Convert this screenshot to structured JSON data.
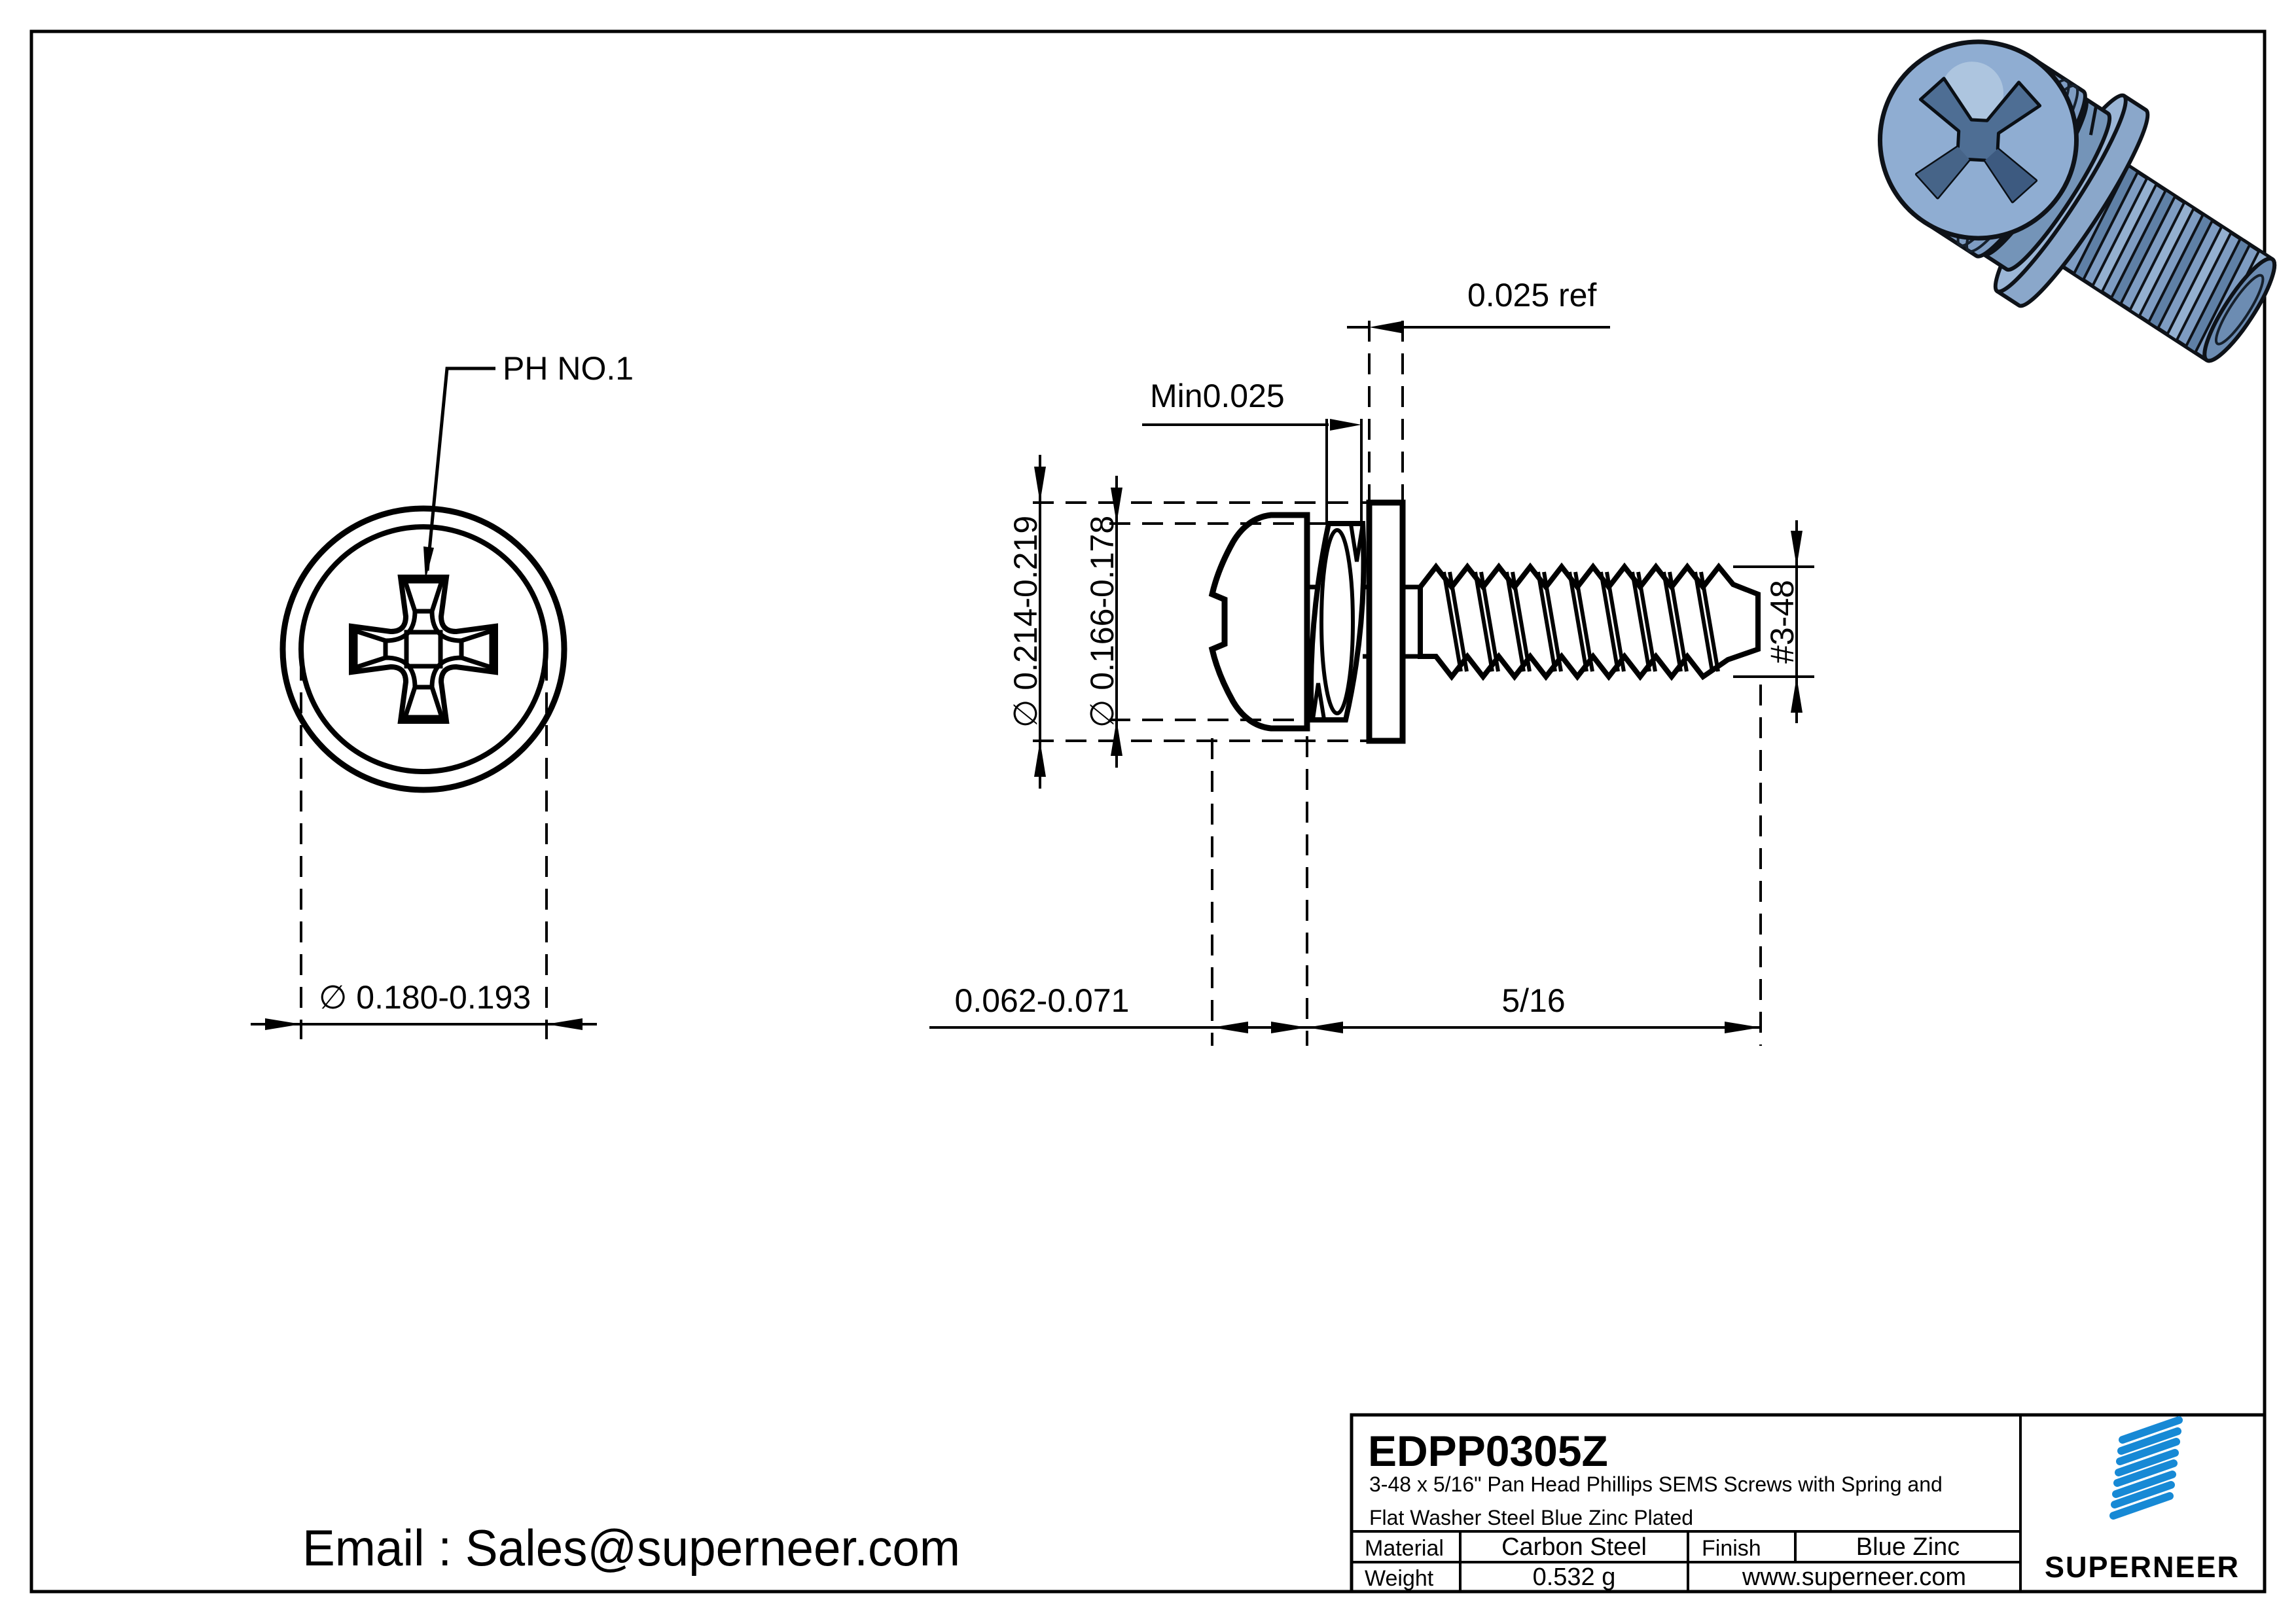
{
  "front_view": {
    "callout": "PH NO.1",
    "head_dia": "∅ 0.180-0.193"
  },
  "side_view": {
    "washer_od": "∅ 0.214-0.219",
    "spring_od": "∅ 0.166-0.178",
    "min_gap": "Min0.025",
    "washer_thickness": "0.025 ref",
    "head_height": "0.062-0.071",
    "thread_length": "5/16",
    "thread_spec": "#3-48"
  },
  "footer": {
    "email": "Email : Sales@superneer.com"
  },
  "title_block": {
    "part_number": "EDPP0305Z",
    "description_line1": "3-48 x 5/16\" Pan Head Phillips SEMS Screws with Spring and",
    "description_line2": "Flat Washer Steel Blue Zinc Plated",
    "material_label": "Material",
    "material_value": "Carbon Steel",
    "finish_label": "Finish",
    "finish_value": "Blue Zinc",
    "weight_label": "Weight",
    "weight_value": "0.532 g",
    "website": "www.superneer.com",
    "brand": "SUPERNEER"
  },
  "colors": {
    "brand_blue": "#1789d5",
    "link_blue": "#1a86d9",
    "line_black": "#000000",
    "steel_mid": "#7e9cc2",
    "steel_light": "#9bb6d6",
    "steel_dark": "#4e6e94"
  }
}
